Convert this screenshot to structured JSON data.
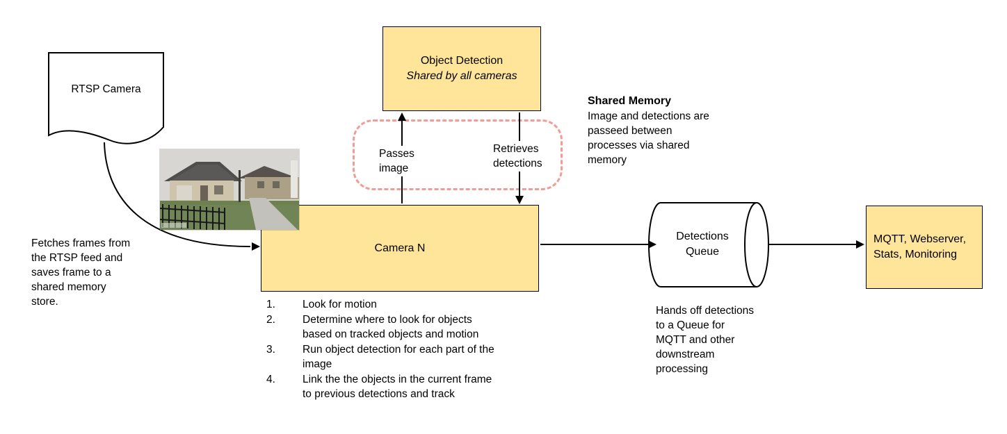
{
  "colors": {
    "box_fill": "#ffe599",
    "box_border": "#000000",
    "dashed_border": "#f19c94"
  },
  "rtsp_camera": {
    "label": "RTSP Camera"
  },
  "fetch_note": "Fetches frames from\nthe RTSP feed and\nsaves frame to a\nshared memory\nstore.",
  "object_detection": {
    "title": "Object Detection",
    "subtitle": "Shared by all cameras"
  },
  "shared_memory": {
    "title": "Shared Memory",
    "body": "Image and detections are\npasseed between\nprocesses via shared\nmemory"
  },
  "arrows": {
    "passes_image": "Passes\nimage",
    "retrieves_detections": "Retrieves\ndetections"
  },
  "camera_n": {
    "label": "Camera N"
  },
  "steps": {
    "items": [
      {
        "num": "1.",
        "text": "Look for motion"
      },
      {
        "num": "2.",
        "text": "Determine where to look for objects\nbased on tracked objects and motion"
      },
      {
        "num": "3.",
        "text": "Run object detection for each part of the\nimage"
      },
      {
        "num": "4.",
        "text": "Link the the objects in the current frame\nto previous detections and track"
      }
    ]
  },
  "detections_queue": {
    "label": "Detections\nQueue",
    "note": "Hands off detections\nto a Queue for\nMQTT and other\ndownstream\nprocessing"
  },
  "outputs_box": {
    "label": "MQTT, Webserver,\nStats, Monitoring"
  }
}
